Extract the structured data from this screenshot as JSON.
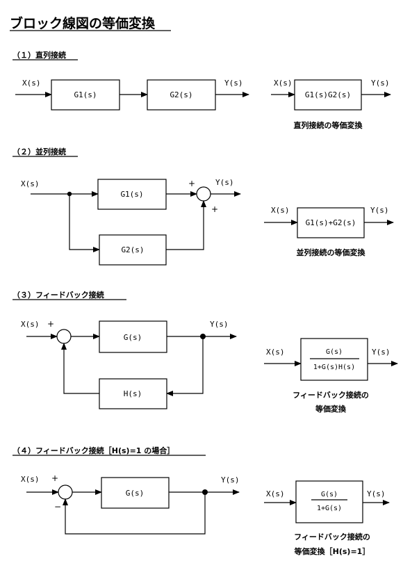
{
  "title": "ブロック線図の等価変換",
  "sections": {
    "s1": {
      "heading": "（１）直列接続",
      "input": "X(s)",
      "output": "Y(s)",
      "block1": "G1(s)",
      "block2": "G2(s)",
      "eq_input": "X(s)",
      "eq_output": "Y(s)",
      "eq_block": "G1(s)G2(s)",
      "caption": "直列接続の等価変換"
    },
    "s2": {
      "heading": "（２）並列接続",
      "input": "X(s)",
      "output": "Y(s)",
      "block1": "G1(s)",
      "block2": "G2(s)",
      "plus_top": "+",
      "plus_bottom": "+",
      "eq_input": "X(s)",
      "eq_output": "Y(s)",
      "eq_block": "G1(s)+G2(s)",
      "caption": "並列接続の等価変換"
    },
    "s3": {
      "heading": "（３）フィードバック接続",
      "input": "X(s)",
      "output": "Y(s)",
      "plus": "+",
      "forward": "G(s)",
      "feedback": "H(s)",
      "eq_input": "X(s)",
      "eq_output": "Y(s)",
      "eq_num": "G(s)",
      "eq_den": "1+G(s)H(s)",
      "caption_line1": "フィードバック接続の",
      "caption_line2": "等価変換"
    },
    "s4": {
      "heading": "（４）フィードバック接続［H(s)=1 の場合］",
      "input": "X(s)",
      "output": "Y(s)",
      "plus": "+",
      "minus": "−",
      "forward": "G(s)",
      "eq_input": "X(s)",
      "eq_output": "Y(s)",
      "eq_num": "G(s)",
      "eq_den": "1+G(s)",
      "caption_line1": "フィードバック接続の",
      "caption_line2": "等価変換［H(s)=1］"
    }
  }
}
